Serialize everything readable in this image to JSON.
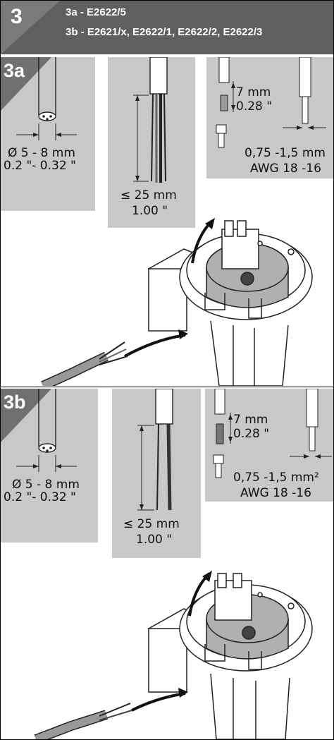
{
  "header": {
    "step_number": "3",
    "line1": "3a -  E2622/5",
    "line2": "3b -  E2621/x, E2622/1, E2622/2, E2622/3"
  },
  "sections": [
    {
      "tag": "3a",
      "cable_dia_mm": "Ø 5 - 8 mm",
      "cable_dia_in": "0.2 \"- 0.32 \"",
      "strip_len_mm": "≤ 25 mm",
      "strip_len_in": "1.00 \"",
      "wire_strip_mm": "7 mm",
      "wire_strip_in": "0.28 \"",
      "wire_section": "0,75 -1,5 mm",
      "wire_awg": "AWG 18 -16"
    },
    {
      "tag": "3b",
      "cable_dia_mm": "Ø 5 - 8 mm",
      "cable_dia_in": "0.2 \"- 0.32 \"",
      "strip_len_mm": "≤ 25 mm",
      "strip_len_in": "1.00 \"",
      "wire_strip_mm": "7 mm",
      "wire_strip_in": "0.28 \"",
      "wire_section": "0,75 -1,5 mm²",
      "wire_awg": "AWG 18 -16"
    }
  ],
  "colors": {
    "header_bg": "#5f5f5f",
    "panel_bg": "#c8c8c8",
    "tag_bg": "#707070"
  }
}
